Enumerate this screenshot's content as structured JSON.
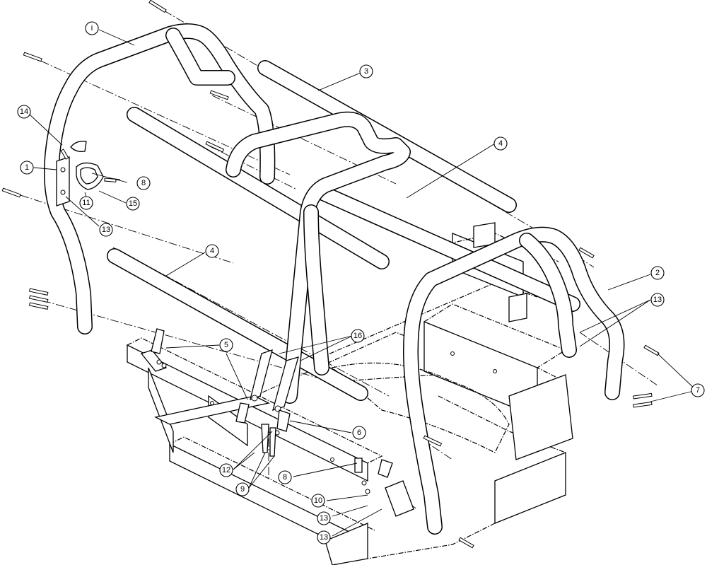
{
  "diagram": {
    "callouts": [
      {
        "id": "c-i",
        "label": "i"
      },
      {
        "id": "c-14",
        "label": "14"
      },
      {
        "id": "c-1",
        "label": "1"
      },
      {
        "id": "c-8a",
        "label": "8"
      },
      {
        "id": "c-11",
        "label": "11"
      },
      {
        "id": "c-15",
        "label": "15"
      },
      {
        "id": "c-13a",
        "label": "13"
      },
      {
        "id": "c-3",
        "label": "3"
      },
      {
        "id": "c-4a",
        "label": "4"
      },
      {
        "id": "c-4b",
        "label": "4"
      },
      {
        "id": "c-2",
        "label": "2"
      },
      {
        "id": "c-13b",
        "label": "13"
      },
      {
        "id": "c-7",
        "label": "7"
      },
      {
        "id": "c-16",
        "label": "16"
      },
      {
        "id": "c-5",
        "label": "5"
      },
      {
        "id": "c-6",
        "label": "6"
      },
      {
        "id": "c-12",
        "label": "12"
      },
      {
        "id": "c-8b",
        "label": "8"
      },
      {
        "id": "c-9",
        "label": "9"
      },
      {
        "id": "c-10",
        "label": "10"
      },
      {
        "id": "c-13c",
        "label": "13"
      },
      {
        "id": "c-13d",
        "label": "13"
      }
    ]
  }
}
